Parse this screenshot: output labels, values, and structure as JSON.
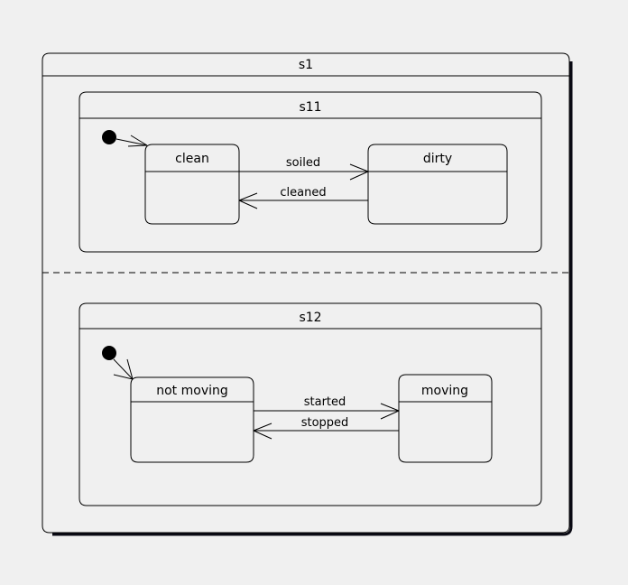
{
  "diagram": {
    "type": "uml-state-machine",
    "background_color": "#f0f0f0",
    "line_color": "#000000",
    "fill_color": "#ffffff",
    "composite_state": {
      "name": "s1",
      "regions": [
        {
          "name": "s11",
          "initial_pseudostate": "initial-state-s11",
          "states": [
            {
              "id": "clean",
              "label": "clean"
            },
            {
              "id": "dirty",
              "label": "dirty"
            }
          ],
          "transitions": [
            {
              "from": "clean",
              "to": "dirty",
              "label": "soiled"
            },
            {
              "from": "dirty",
              "to": "clean",
              "label": "cleaned"
            },
            {
              "from": "initial",
              "to": "clean",
              "label": ""
            }
          ]
        },
        {
          "name": "s12",
          "initial_pseudostate": "initial-state-s12",
          "states": [
            {
              "id": "not-moving",
              "label": "not moving"
            },
            {
              "id": "moving",
              "label": "moving"
            }
          ],
          "transitions": [
            {
              "from": "not-moving",
              "to": "moving",
              "label": "started"
            },
            {
              "from": "moving",
              "to": "not-moving",
              "label": "stopped"
            },
            {
              "from": "initial",
              "to": "not-moving",
              "label": ""
            }
          ]
        }
      ]
    },
    "labels": {
      "s1": "s1",
      "s11": "s11",
      "s12": "s12",
      "clean": "clean",
      "dirty": "dirty",
      "soiled": "soiled",
      "cleaned": "cleaned",
      "not_moving": "not moving",
      "moving": "moving",
      "started": "started",
      "stopped": "stopped"
    }
  }
}
